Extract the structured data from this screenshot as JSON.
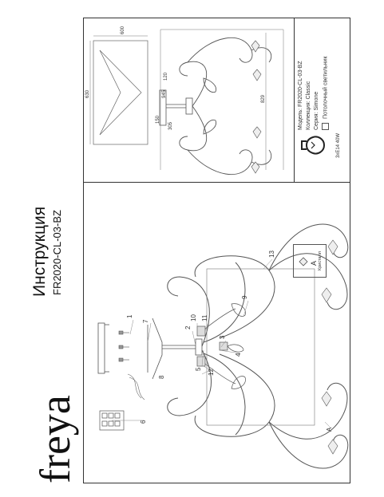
{
  "brand": "freya",
  "header": {
    "title": "Инструкция",
    "model": "FR2020-CL-03-BZ"
  },
  "left_panel": {
    "callouts": [
      "1",
      "2",
      "3",
      "4",
      "5",
      "6",
      "7",
      "8",
      "9",
      "10",
      "11",
      "12",
      "13",
      "A"
    ],
    "bulb_box": {
      "label": "A",
      "caption": "Кристалл"
    }
  },
  "right_panel": {
    "dimensions": {
      "top_width": "945",
      "height_total": "829",
      "canopy_width": "120",
      "canopy_depth": "150",
      "stem": "305",
      "box_width": "600",
      "box_height": "630"
    },
    "specs": {
      "model_label": "Модель:",
      "model_value": "FR2020-CL-03-BZ",
      "collection_label": "Коллекция:",
      "collection_value": "Classic",
      "series_label": "Серия:",
      "series_value": "Simone",
      "type_value": "Потолочный светильник"
    },
    "lamp": {
      "caption": "3хЕ14 40W"
    }
  }
}
